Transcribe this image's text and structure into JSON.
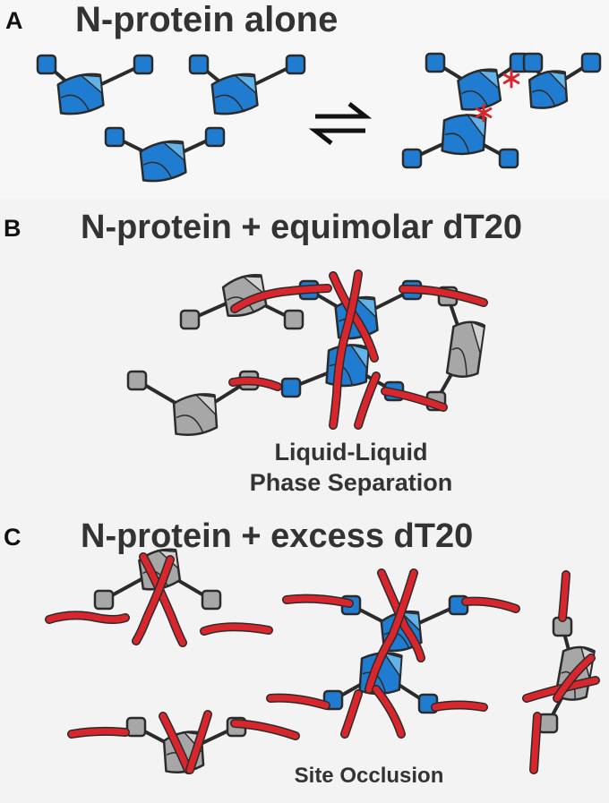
{
  "colors": {
    "blue_domain": "#1f7cd1",
    "blue_light": "#62b3ea",
    "gray_domain": "#a7a7a7",
    "gray_light": "#d2d2d2",
    "rna_red": "#d9262c",
    "outline": "#2b2b2b",
    "star": "#d9262c",
    "panel_bg": "#f2f2f2"
  },
  "panels": [
    {
      "letter": "A",
      "title": "N-protein alone"
    },
    {
      "letter": "B",
      "title": "N-protein + equimolar dT20",
      "caption_lines": [
        "Liquid-Liquid",
        "Phase Separation"
      ]
    },
    {
      "letter": "C",
      "title": "N-protein + excess dT20",
      "caption_lines": [
        "Site Occlusion"
      ]
    }
  ],
  "icons": {
    "equilibrium": "equilibrium-arrows-icon",
    "interaction": "asterisk-icon"
  }
}
